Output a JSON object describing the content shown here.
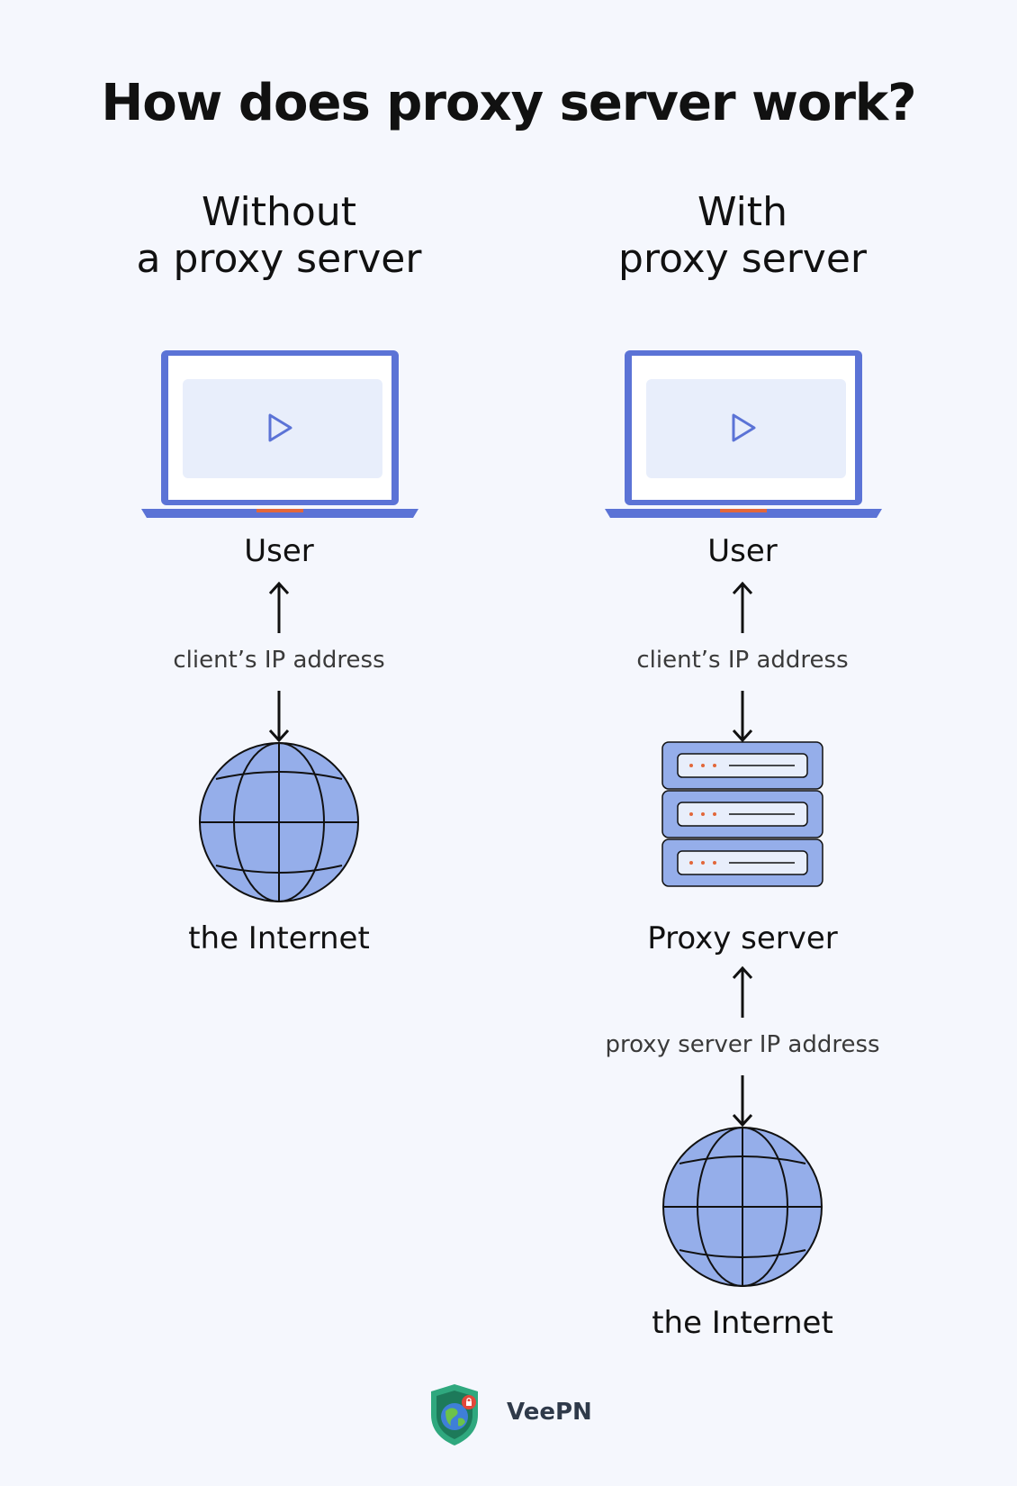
{
  "title": "How does proxy server work?",
  "left": {
    "heading_line1": "Without",
    "heading_line2": "a proxy server",
    "user_label": "User",
    "ip_label": "client’s IP address",
    "internet_label": "the Internet"
  },
  "right": {
    "heading_line1": "With",
    "heading_line2": "proxy server",
    "user_label": "User",
    "ip_label": "client’s IP address",
    "proxy_label": "Proxy server",
    "proxy_ip_label": "proxy server IP address",
    "internet_label": "the Internet"
  },
  "footer": {
    "brand": "VeePN"
  },
  "colors": {
    "background": "#f5f7fd",
    "accent_blue": "#5b73d6",
    "globe_fill": "#95aeea",
    "screen_fill": "#eaf0fb",
    "indicator_orange": "#e2673a",
    "shield_green": "#2fa87e"
  }
}
